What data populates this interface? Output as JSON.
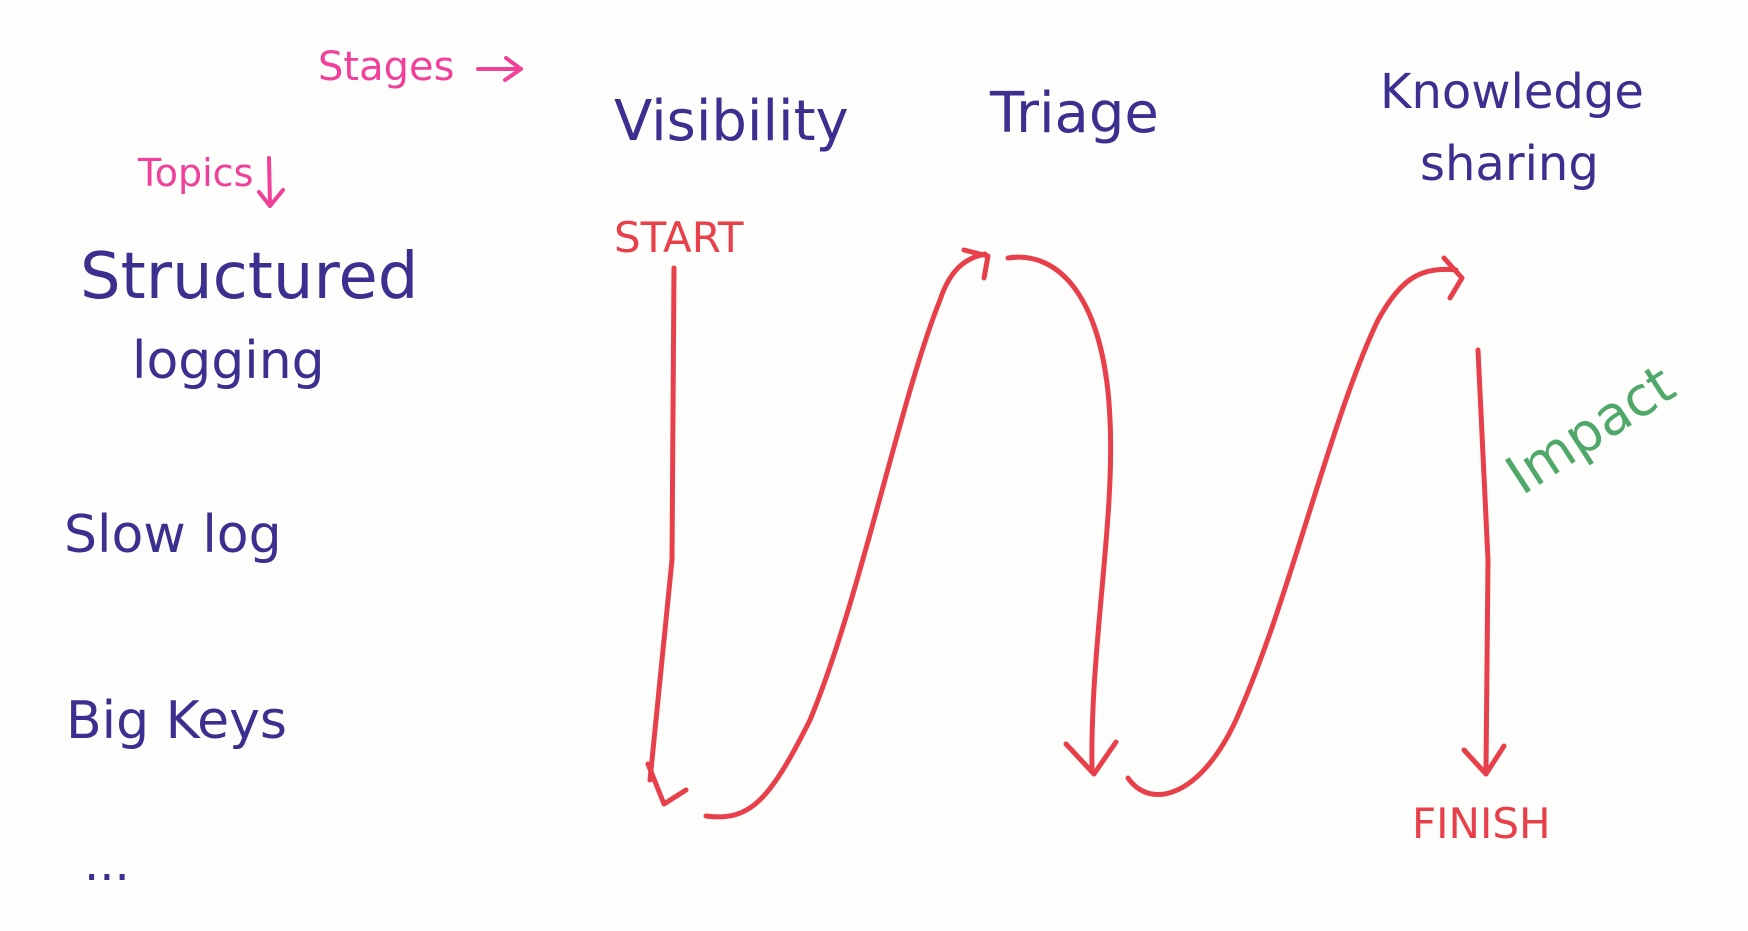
{
  "diagram": {
    "axis_labels": {
      "stages": "Stages",
      "topics": "Topics"
    },
    "stages": [
      {
        "line1": "Visibility",
        "line2": ""
      },
      {
        "line1": "Triage",
        "line2": ""
      },
      {
        "line1": "Knowledge",
        "line2": "sharing"
      }
    ],
    "topics": [
      {
        "line1": "Structured",
        "line2": "logging"
      },
      {
        "line1": "Slow log",
        "line2": ""
      },
      {
        "line1": "Big Keys",
        "line2": ""
      },
      {
        "line1": "...",
        "line2": ""
      }
    ],
    "path": {
      "start_label": "START",
      "finish_label": "FINISH",
      "impact_label": "Impact"
    },
    "colors": {
      "ink_blue": "#3b2f8f",
      "ink_pink": "#f0409a",
      "ink_red": "#e8404a",
      "ink_green": "#4fa86a"
    }
  }
}
